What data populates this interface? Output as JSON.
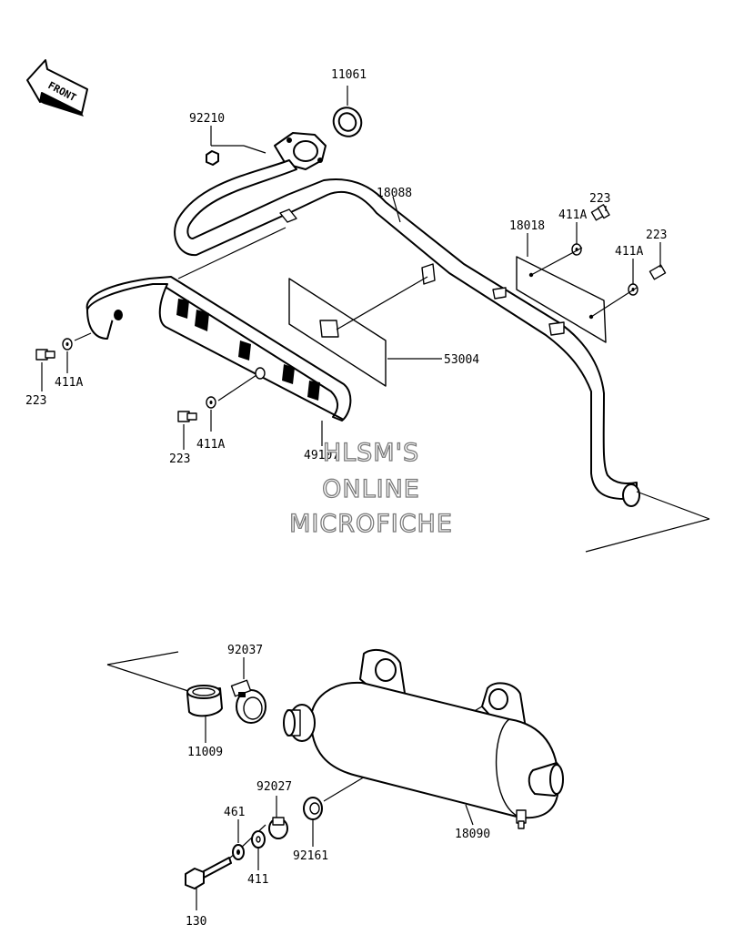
{
  "front_arrow": {
    "label": "FRONT"
  },
  "watermark": {
    "line1": "HLSM'S",
    "line2": "ONLINE",
    "line3": "MICROFICHE"
  },
  "labels": {
    "p11061": "11061",
    "p92210": "92210",
    "p18088": "18088",
    "p18018": "18018",
    "p411a_1": "411A",
    "p223_1": "223",
    "p411a_2": "411A",
    "p223_2": "223",
    "p53004": "53004",
    "p411a_3": "411A",
    "p223_3": "223",
    "p411a_4": "411A",
    "p223_4": "223",
    "p49107": "49107",
    "p92037": "92037",
    "p11009": "11009",
    "p92027": "92027",
    "p461": "461",
    "p411": "411",
    "p92161": "92161",
    "p18090": "18090",
    "p130": "130"
  }
}
